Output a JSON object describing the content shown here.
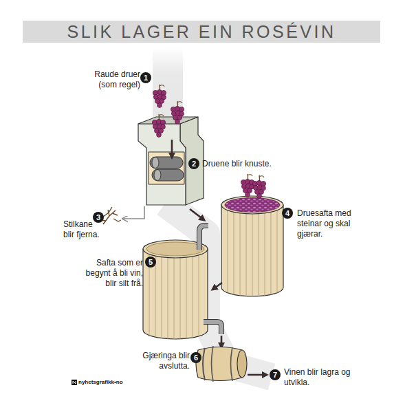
{
  "diagram": {
    "title": "SLIK LAGER EIN ROSÉVIN",
    "nodes": [
      {
        "text": [
          "1",
          "Raude druer (som regel)"
        ]
      },
      {
        "text": [
          "2",
          "Druene blir knuste."
        ]
      },
      {
        "text": [
          "3",
          "Stilkane blir fjerna."
        ]
      },
      {
        "text": [
          "4",
          "Druesafta med steinar og skal gjærar."
        ]
      },
      {
        "text": [
          "5",
          "Safta som er begynt å bli vin, blir silt frå."
        ]
      },
      {
        "text": [
          "6",
          "Gjæringa blir avslutta."
        ]
      },
      {
        "text": [
          "7",
          "Vinen blir lagra og utvikla."
        ]
      }
    ],
    "labels": [
      "nyhetsgrafikk•no"
    ]
  }
}
